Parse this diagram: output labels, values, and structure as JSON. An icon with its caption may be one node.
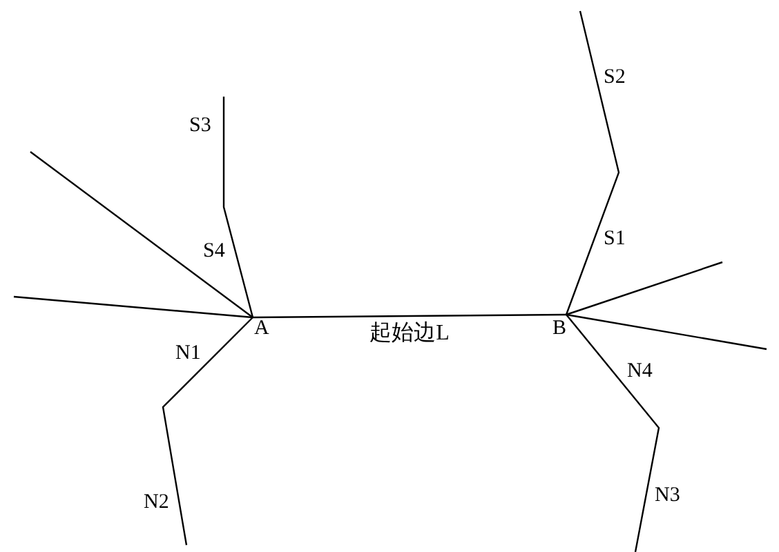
{
  "diagram": {
    "nodes": [
      {
        "text": [
          "A"
        ]
      },
      {
        "text": [
          "B"
        ]
      }
    ],
    "edges": [
      {
        "from": 0,
        "to": 1,
        "arrow": "none",
        "label": "起始边L"
      },
      {
        "from": 0,
        "to": null,
        "arrow": "none"
      },
      {
        "from": 0,
        "to": null,
        "arrow": "none"
      },
      {
        "from": 0,
        "to": null,
        "arrow": "none"
      },
      {
        "from": 0,
        "to": null,
        "arrow": "none"
      },
      {
        "from": 1,
        "to": null,
        "arrow": "none"
      },
      {
        "from": 1,
        "to": null,
        "arrow": "none"
      },
      {
        "from": 1,
        "to": null,
        "arrow": "none"
      },
      {
        "from": 1,
        "to": null,
        "arrow": "none"
      }
    ],
    "labels": [
      "S2",
      "S3",
      "S1",
      "S4",
      "N1",
      "N4",
      "N3",
      "N2"
    ]
  }
}
